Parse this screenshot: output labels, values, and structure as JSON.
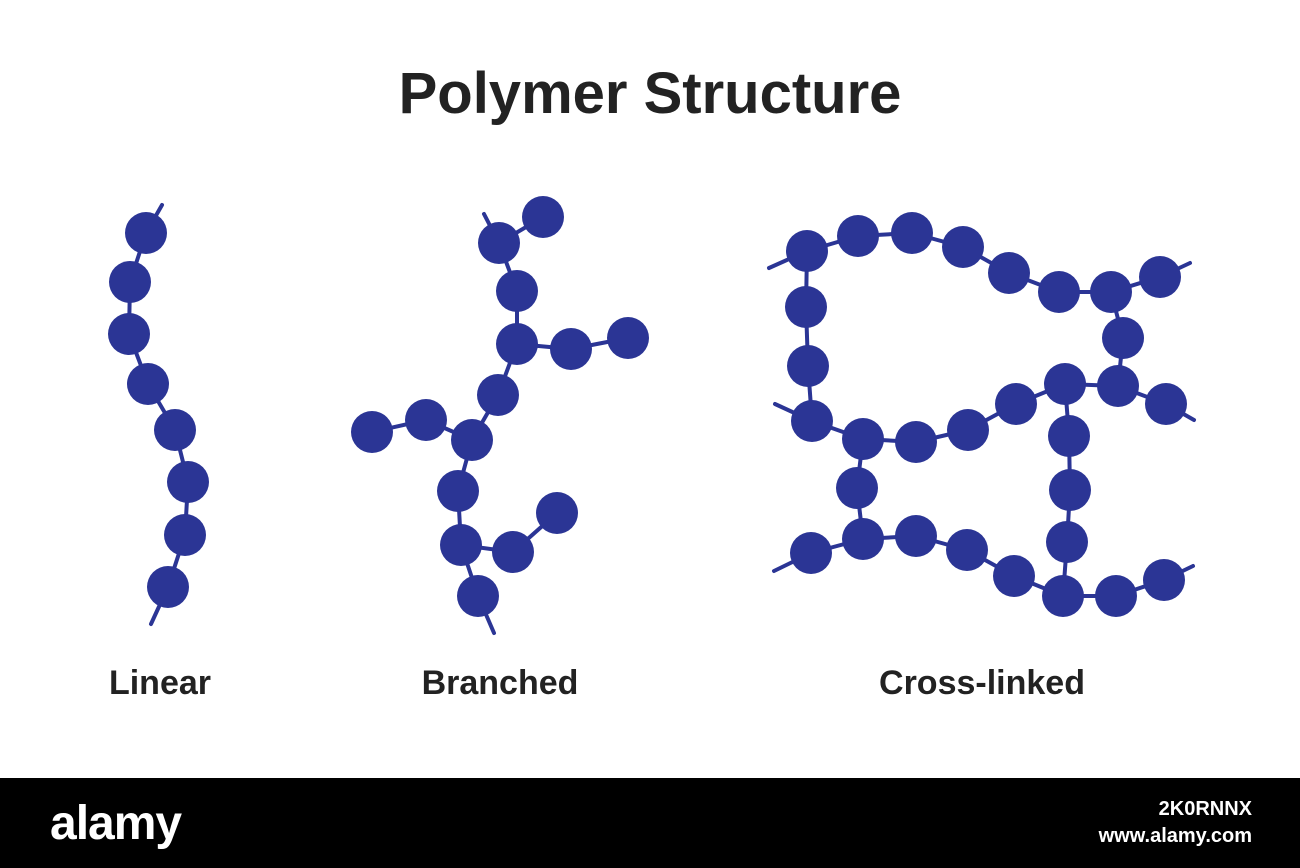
{
  "title": "Polymer Structure",
  "colors": {
    "bead": "#2b3595",
    "bond": "#2b3595",
    "text": "#222222",
    "footer_bg": "#000000"
  },
  "structures": [
    {
      "id": "linear",
      "label": "Linear"
    },
    {
      "id": "branched",
      "label": "Branched"
    },
    {
      "id": "cross-linked",
      "label": "Cross-linked"
    }
  ],
  "watermark": {
    "brand": "alamy",
    "image_id": "2K0RNNX",
    "site": "www.alamy.com"
  }
}
